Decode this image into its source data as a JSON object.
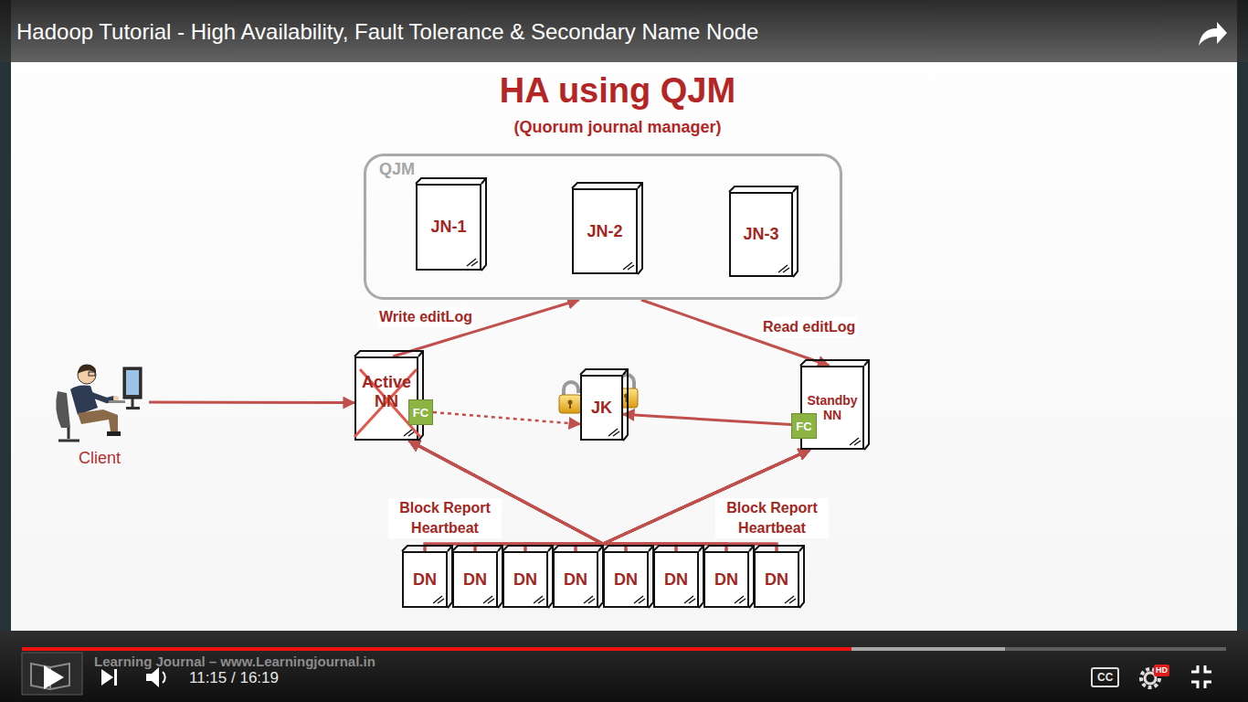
{
  "diagram": {
    "title": "HA using QJM",
    "nodes": [
      {
        "text": [
          "QJM"
        ]
      },
      {
        "text": [
          "JN-1"
        ],
        "in": 0
      },
      {
        "text": [
          "JN-2"
        ],
        "in": 0
      },
      {
        "text": [
          "JN-3"
        ],
        "in": 0
      },
      {
        "text": [
          "Client"
        ]
      },
      {
        "text": [
          "Active NN"
        ]
      },
      {
        "text": [
          "FC"
        ],
        "in": 5
      },
      {
        "text": [
          "JK"
        ]
      },
      {
        "text": [
          "Standby NN"
        ]
      },
      {
        "text": [
          "FC"
        ],
        "in": 8
      },
      {
        "text": [
          "DN"
        ]
      },
      {
        "text": [
          "DN"
        ]
      },
      {
        "text": [
          "DN"
        ]
      },
      {
        "text": [
          "DN"
        ]
      },
      {
        "text": [
          "DN"
        ]
      },
      {
        "text": [
          "DN"
        ]
      },
      {
        "text": [
          "DN"
        ]
      },
      {
        "text": [
          "DN"
        ]
      }
    ],
    "edges": [
      {
        "from": 4,
        "to": 5,
        "arrow": "to"
      },
      {
        "from": 5,
        "to": 0,
        "label": "Write editLog",
        "arrow": "to"
      },
      {
        "from": 0,
        "to": 8,
        "label": "Read editLog",
        "arrow": "to"
      },
      {
        "from": 6,
        "to": 7,
        "arrow": "to"
      },
      {
        "from": 9,
        "to": 7,
        "arrow": "to"
      },
      {
        "from": 10,
        "to": 5,
        "label": "Block Report Heartbeat",
        "arrow": "to"
      },
      {
        "from": 11,
        "to": 5,
        "arrow": "to"
      },
      {
        "from": 12,
        "to": 5,
        "arrow": "to"
      },
      {
        "from": 13,
        "to": 5,
        "arrow": "to"
      },
      {
        "from": 14,
        "to": 5,
        "arrow": "to"
      },
      {
        "from": 15,
        "to": 5,
        "arrow": "to"
      },
      {
        "from": 16,
        "to": 5,
        "arrow": "to"
      },
      {
        "from": 17,
        "to": 5,
        "arrow": "to"
      },
      {
        "from": 10,
        "to": 8,
        "label": "Block Report Heartbeat",
        "arrow": "to"
      },
      {
        "from": 11,
        "to": 8,
        "arrow": "to"
      },
      {
        "from": 12,
        "to": 8,
        "arrow": "to"
      },
      {
        "from": 13,
        "to": 8,
        "arrow": "to"
      },
      {
        "from": 14,
        "to": 8,
        "arrow": "to"
      },
      {
        "from": 15,
        "to": 8,
        "arrow": "to"
      },
      {
        "from": 16,
        "to": 8,
        "arrow": "to"
      },
      {
        "from": 17,
        "to": 8,
        "arrow": "to"
      }
    ],
    "labels": [
      "Hadoop Tutorial - High Availability, Fault Tolerance & Secondary Name Node",
      "(Quorum journal manager)",
      "Learning Journal – www.Learningjournal.in",
      "11:15 / 16:19",
      "CC",
      "HD"
    ]
  }
}
